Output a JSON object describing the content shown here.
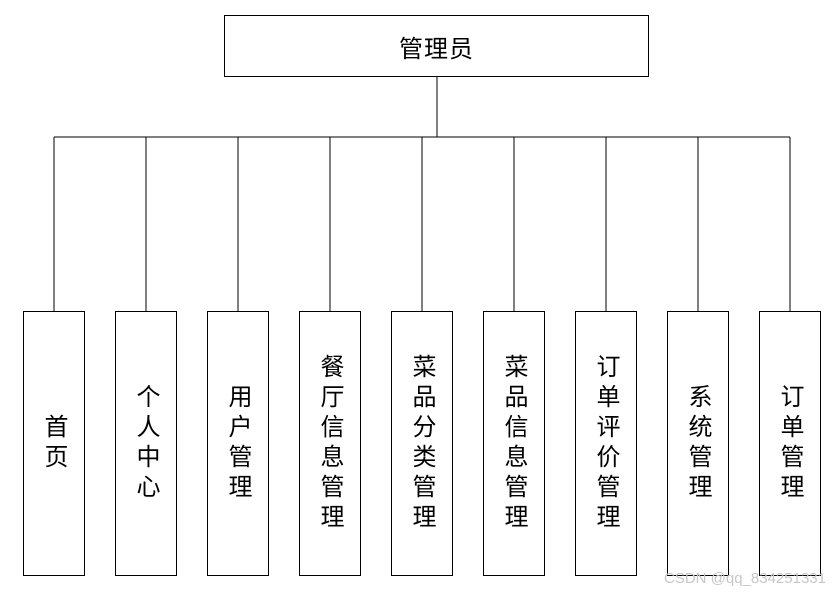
{
  "root": {
    "label": "管理员"
  },
  "children": [
    {
      "label": "首页"
    },
    {
      "label": "个人中心"
    },
    {
      "label": "用户管理"
    },
    {
      "label": "餐厅信息管理"
    },
    {
      "label": "菜品分类管理"
    },
    {
      "label": "菜品信息管理"
    },
    {
      "label": "订单评价管理"
    },
    {
      "label": "系统管理"
    },
    {
      "label": "订单管理"
    }
  ],
  "watermark": "CSDN @qq_834251331",
  "colors": {
    "line": "#000000",
    "background": "#ffffff",
    "watermark": "#c7c7c7"
  }
}
